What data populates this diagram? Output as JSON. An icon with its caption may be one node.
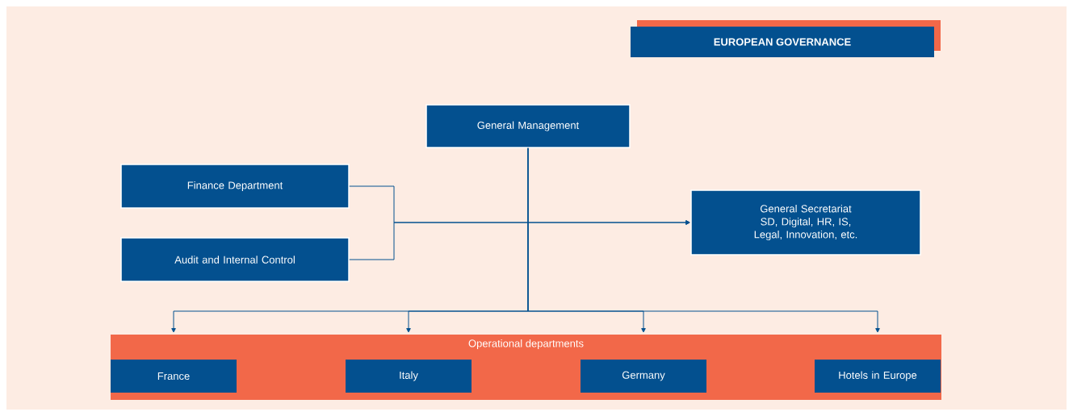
{
  "diagram": {
    "title": "EUROPEAN GOVERNANCE",
    "nodes": [
      {
        "text": [
          "General Management"
        ]
      },
      {
        "text": [
          "Finance Department"
        ]
      },
      {
        "text": [
          "Audit and Internal Control"
        ]
      },
      {
        "text": [
          "General Secretariat",
          "SD, Digital, HR, IS, Legal, Innovation, etc."
        ]
      },
      {
        "text": [
          "Operational departments"
        ]
      },
      {
        "text": [
          "France"
        ],
        "in": 4
      },
      {
        "text": [
          "Italy"
        ],
        "in": 4
      },
      {
        "text": [
          "Germany"
        ],
        "in": 4
      },
      {
        "text": [
          "Hotels in Europe"
        ],
        "in": 4
      }
    ],
    "edges": [
      {
        "from": 1,
        "to": 3,
        "arrow": "to"
      },
      {
        "from": 2,
        "to": 3,
        "arrow": "to"
      },
      {
        "from": 0,
        "to": 5,
        "arrow": "to"
      },
      {
        "from": 0,
        "to": 6,
        "arrow": "to"
      },
      {
        "from": 0,
        "to": 7,
        "arrow": "to"
      },
      {
        "from": 0,
        "to": 8,
        "arrow": "to"
      }
    ]
  }
}
